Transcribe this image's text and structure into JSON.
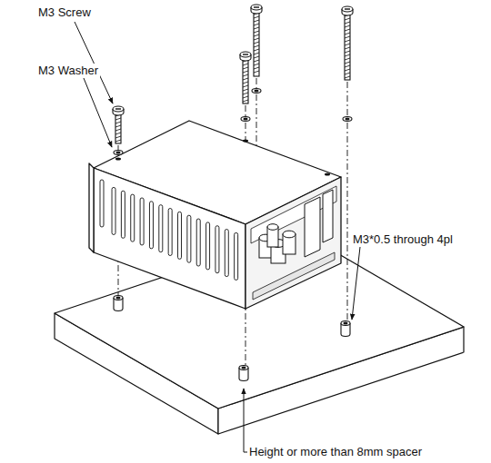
{
  "diagram": {
    "labels": [
      "M3 Screw",
      "M3 Washer",
      "M3*0.5 through 4pl",
      "Height or more than 8mm spacer"
    ]
  }
}
